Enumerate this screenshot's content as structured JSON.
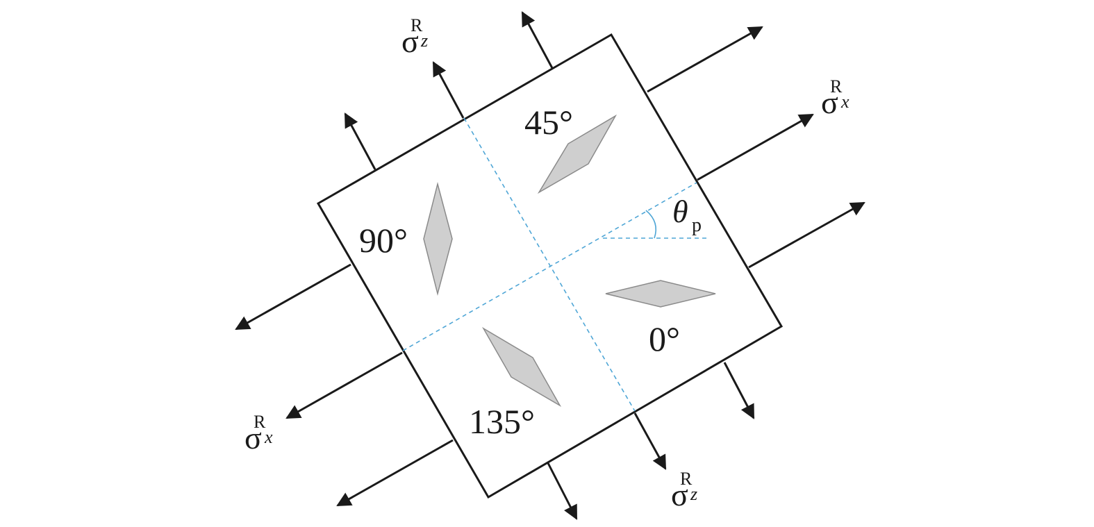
{
  "diagram": {
    "orientation_labels": {
      "deg0": "0°",
      "deg45": "45°",
      "deg90": "90°",
      "deg135": "135°"
    },
    "stress": {
      "sigma_symbol": "σ",
      "superscript": "R",
      "x_subscript": "x",
      "z_subscript": "z"
    },
    "angle": {
      "symbol": "θ",
      "subscript": "p"
    },
    "colors": {
      "outline": "#1a1a1a",
      "guide": "#4fa6d6",
      "grain_fill": "#cfcfcf",
      "grain_stroke": "#8a8a8a"
    }
  }
}
